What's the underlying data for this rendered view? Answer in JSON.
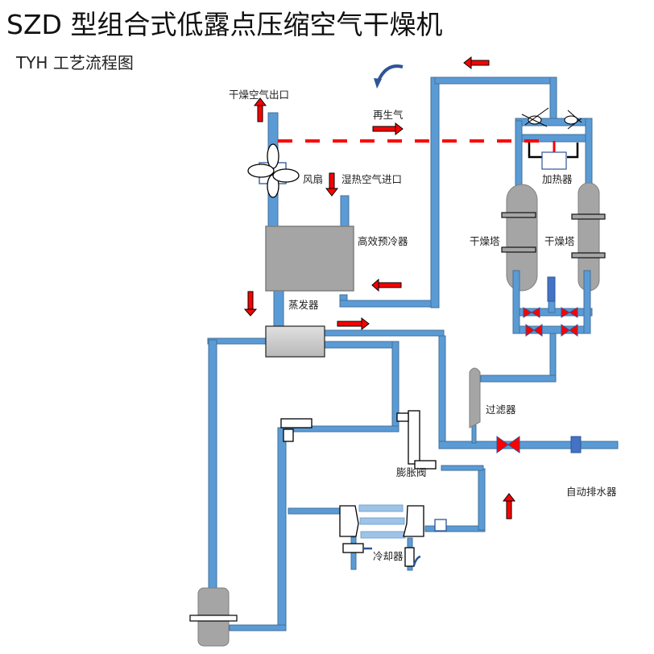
{
  "title": "SZD 型组合式低露点压缩空气干燥机",
  "subtitle": "TYH 工艺流程图",
  "labels": {
    "dry_air_outlet": "干燥空气出口",
    "regen_air": "再生气",
    "fan": "风扇",
    "humid_air_inlet": "湿热空气进口",
    "heater": "加热器",
    "precooler": "高效预冷器",
    "evaporator": "蒸发器",
    "drying_tower_left": "干燥塔",
    "drying_tower_right": "干燥塔",
    "filter": "过滤器",
    "expansion_valve": "膨胀阀",
    "auto_drain": "自动排水器",
    "cooler": "冷却器"
  },
  "colors": {
    "pipe": "#5b9bd5",
    "pipe_edge": "#41719c",
    "flow_arrow": "#ff0000",
    "dashed_line": "#ff0000",
    "vessel": "#a5a5a5",
    "valve": "#ff0000",
    "valve_edge": "#2f5597",
    "drain": "#4472c4"
  }
}
